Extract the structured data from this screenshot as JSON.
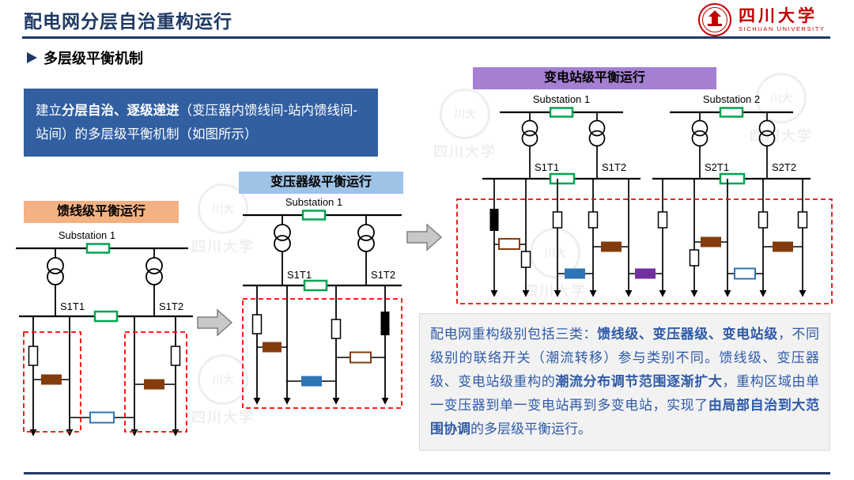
{
  "colors": {
    "title_navy": "#1F3864",
    "info_box_blue": "#315FA2",
    "feeder_header_orange": "#F4B183",
    "transformer_header_blue": "#9DC3E6",
    "substation_header_purple": "#A57FD2",
    "switch_green": "#00A651",
    "tie_brown": "#843C0C",
    "tie_blue": "#2E75B6",
    "tie_purple": "#7030A0",
    "dashed_region_red": "#FF0000",
    "note_text_blue": "#2E5AA8",
    "logo_red": "#C00000"
  },
  "header": {
    "title": "配电网分层自治重构运行",
    "logo": {
      "cn": "四川大学",
      "en": "SICHUAN UNIVERSITY"
    }
  },
  "section": {
    "bullet_icon": "triangle-right",
    "heading": "多层级平衡机制"
  },
  "info_box": {
    "segments": [
      {
        "text": "建立",
        "bold": false
      },
      {
        "text": "分层自治、逐级递进",
        "bold": true
      },
      {
        "text": "（变压器内馈线间-站内馈线间-站间）的多层级平衡机制（如图所示）",
        "bold": false
      }
    ]
  },
  "diagrams": {
    "feeder": {
      "header": "馈线级平衡运行",
      "substation1": "Substation 1",
      "t1": "S1T1",
      "t2": "S1T2"
    },
    "transformer": {
      "header": "变压器级平衡运行",
      "substation1": "Substation 1",
      "t1": "S1T1",
      "t2": "S1T2"
    },
    "substation": {
      "header": "变电站级平衡运行",
      "substation1": "Substation 1",
      "substation2": "Substation 2",
      "s1t1": "S1T1",
      "s1t2": "S1T2",
      "s2t1": "S2T1",
      "s2t2": "S2T2"
    }
  },
  "note_box": {
    "segments": [
      {
        "text": "配电网重构级别包括三类：",
        "bold": false
      },
      {
        "text": "馈线级、变压器级、变电站级",
        "bold": true
      },
      {
        "text": "，不同级别的联络开关（潮流转移）参与类别不同。馈线级、变压器级、变电站级重构的",
        "bold": false
      },
      {
        "text": "潮流分布调节范围逐渐扩大",
        "bold": true
      },
      {
        "text": "，重构区域由单一变压器到单一变电站再到多变电站，实现了",
        "bold": false
      },
      {
        "text": "由局部自治到大范围协调",
        "bold": true
      },
      {
        "text": "的多层级平衡运行。",
        "bold": false
      }
    ]
  },
  "watermark": {
    "cn": "四川大学",
    "seal": "川大"
  }
}
